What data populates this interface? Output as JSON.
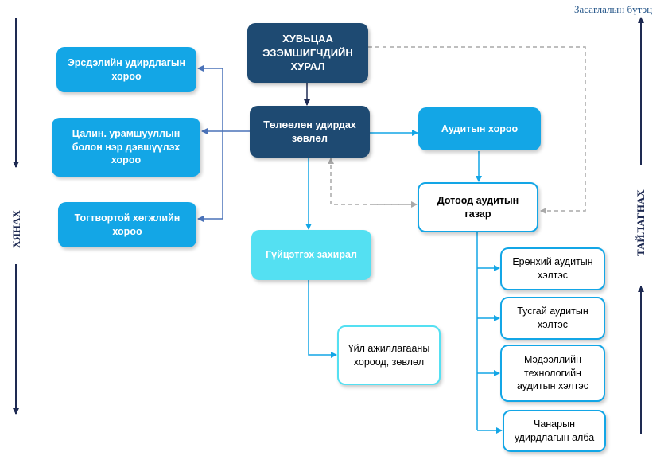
{
  "corner_label": "Засаглалын бүтэц",
  "left_axis_label": "ХЯНАХ",
  "right_axis_label": "ТАЙЛАГНАХ",
  "nodes": {
    "shareholders": "ХУВЬЦАА ЭЗЭМШИГЧДИЙН ХУРАЛ",
    "board": "Төлөөлөн удирдах зөвлөл",
    "risk_committee": "Эрсдэлийн удирдлагын хороо",
    "remuneration_committee": "Цалин. урамшууллын болон нэр дэвшүүлэх хороо",
    "sustainability_committee": "Тогтвортой хөгжлийн хороо",
    "audit_committee": "Аудитын хороо",
    "internal_audit": "Дотоод аудитын газар",
    "ceo": "Гүйцэтгэх захирал",
    "exec_committees": "Үйл ажиллагааны хороод, зөвлөл",
    "general_audit": "Ерөнхий аудитын хэлтэс",
    "special_audit": "Тусгай аудитын хэлтэс",
    "it_audit": "Мэдээллийн технологийн аудитын хэлтэс",
    "quality": "Чанарын удирдлагын алба"
  },
  "colors": {
    "navy": "#1e4a72",
    "blue": "#13a6e6",
    "cyan": "#54e0f2",
    "axis": "#1e2a52",
    "connector": "#4a72b8",
    "dashed": "#a9a9a9"
  }
}
